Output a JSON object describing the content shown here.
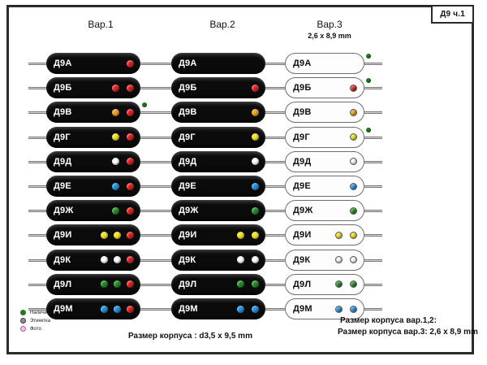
{
  "title_block": {
    "label": "Д9 ч.1"
  },
  "columns": [
    {
      "name": "var1",
      "title": "Вар.1",
      "subtitle": ""
    },
    {
      "name": "var2",
      "title": "Вар.2",
      "subtitle": ""
    },
    {
      "name": "var3",
      "title": "Вар.3",
      "subtitle": "2,6 x 8,9 mm"
    }
  ],
  "colors": {
    "red": "#e01b1b",
    "orange": "#ef9c16",
    "yellow": "#f2e41a",
    "white": "#ffffff",
    "blue": "#1b90e0",
    "green": "#1d8a1d",
    "hollow": "#ffffff",
    "avail_marker": "#1d7a1d",
    "body_dark": "#0b0b0b",
    "body_light": "#fdfdfd",
    "frame": "#2b2b2b"
  },
  "rows": [
    {
      "label": "Д9А",
      "var1": {
        "style": "dark",
        "bands": [
          "red"
        ],
        "avail": false
      },
      "var2": {
        "style": "dark",
        "bands": [],
        "avail": false
      },
      "var3": {
        "style": "light",
        "bands": [],
        "avail": true
      }
    },
    {
      "label": "Д9Б",
      "var1": {
        "style": "dark",
        "bands": [
          "red",
          "red"
        ],
        "avail": false
      },
      "var2": {
        "style": "dark",
        "bands": [
          "red"
        ],
        "avail": false
      },
      "var3": {
        "style": "light",
        "bands": [
          "red"
        ],
        "avail": true
      }
    },
    {
      "label": "Д9В",
      "var1": {
        "style": "dark",
        "bands": [
          "orange",
          "red"
        ],
        "avail": true
      },
      "var2": {
        "style": "dark",
        "bands": [
          "orange"
        ],
        "avail": false
      },
      "var3": {
        "style": "light",
        "bands": [
          "orange"
        ],
        "avail": false
      }
    },
    {
      "label": "Д9Г",
      "var1": {
        "style": "dark",
        "bands": [
          "yellow",
          "red"
        ],
        "avail": false
      },
      "var2": {
        "style": "dark",
        "bands": [
          "yellow"
        ],
        "avail": false
      },
      "var3": {
        "style": "light",
        "bands": [
          "yellow"
        ],
        "avail": true
      }
    },
    {
      "label": "Д9Д",
      "var1": {
        "style": "dark",
        "bands": [
          "white",
          "red"
        ],
        "avail": false
      },
      "var2": {
        "style": "dark",
        "bands": [
          "white"
        ],
        "avail": false
      },
      "var3": {
        "style": "light",
        "bands": [
          "hollow"
        ],
        "avail": false
      }
    },
    {
      "label": "Д9Е",
      "var1": {
        "style": "dark",
        "bands": [
          "blue",
          "red"
        ],
        "avail": false
      },
      "var2": {
        "style": "dark",
        "bands": [
          "blue"
        ],
        "avail": false
      },
      "var3": {
        "style": "light",
        "bands": [
          "blue"
        ],
        "avail": false
      }
    },
    {
      "label": "Д9Ж",
      "var1": {
        "style": "dark",
        "bands": [
          "green",
          "red"
        ],
        "avail": false
      },
      "var2": {
        "style": "dark",
        "bands": [
          "green"
        ],
        "avail": false
      },
      "var3": {
        "style": "light",
        "bands": [
          "green"
        ],
        "avail": false
      }
    },
    {
      "label": "Д9И",
      "var1": {
        "style": "dark",
        "bands": [
          "yellow",
          "yellow",
          "red"
        ],
        "avail": false
      },
      "var2": {
        "style": "dark",
        "bands": [
          "yellow",
          "yellow"
        ],
        "avail": false
      },
      "var3": {
        "style": "light",
        "bands": [
          "yellow",
          "yellow"
        ],
        "avail": false
      }
    },
    {
      "label": "Д9К",
      "var1": {
        "style": "dark",
        "bands": [
          "white",
          "white",
          "red"
        ],
        "avail": false
      },
      "var2": {
        "style": "dark",
        "bands": [
          "white",
          "white"
        ],
        "avail": false
      },
      "var3": {
        "style": "light",
        "bands": [
          "hollow",
          "hollow"
        ],
        "avail": false
      }
    },
    {
      "label": "Д9Л",
      "var1": {
        "style": "dark",
        "bands": [
          "green",
          "green",
          "red"
        ],
        "avail": false
      },
      "var2": {
        "style": "dark",
        "bands": [
          "green",
          "green"
        ],
        "avail": false
      },
      "var3": {
        "style": "light",
        "bands": [
          "green",
          "green"
        ],
        "avail": false
      }
    },
    {
      "label": "Д9М",
      "var1": {
        "style": "dark",
        "bands": [
          "blue",
          "blue",
          "red"
        ],
        "avail": false
      },
      "var2": {
        "style": "dark",
        "bands": [
          "blue",
          "blue"
        ],
        "avail": false
      },
      "var3": {
        "style": "light",
        "bands": [
          "blue",
          "blue"
        ],
        "avail": false
      }
    }
  ],
  "legend": [
    {
      "mark": "avail-m",
      "text": "Наличие"
    },
    {
      "mark": "label-m",
      "text": "Этикетка"
    },
    {
      "mark": "photo-m",
      "text": "Фото"
    }
  ],
  "notes": {
    "var12": "Размер корпуса : d3,5 x 9,5 mm",
    "var3_line1": "Размер корпуса вар.1,2:",
    "var3_line2": "Размер корпуса вар.3: 2,6 x 8,9 mm"
  }
}
